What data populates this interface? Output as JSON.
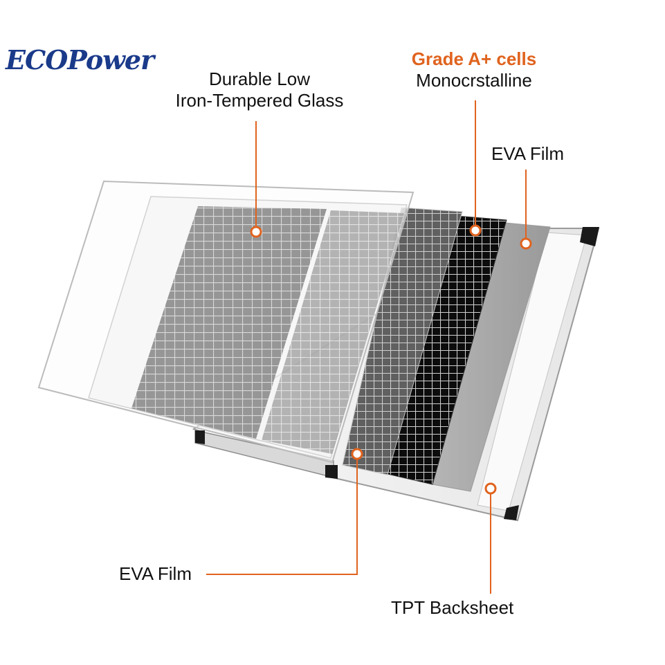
{
  "brand": {
    "name": "ECOPower",
    "color": "#1a3a8a"
  },
  "accent_color": "#e0631e",
  "layers": [
    {
      "id": "glass",
      "lines": [
        "Durable Low",
        "Iron-Tempered Glass"
      ]
    },
    {
      "id": "cells",
      "highlight": "Grade A+ cells",
      "lines": [
        "Monocrstalline"
      ]
    },
    {
      "id": "eva_back",
      "lines": [
        "EVA Film"
      ]
    },
    {
      "id": "eva_front",
      "lines": [
        "EVA Film"
      ]
    },
    {
      "id": "backsheet",
      "lines": [
        "TPT Backsheet"
      ]
    }
  ],
  "icons": [
    "callout-dot-icon"
  ]
}
